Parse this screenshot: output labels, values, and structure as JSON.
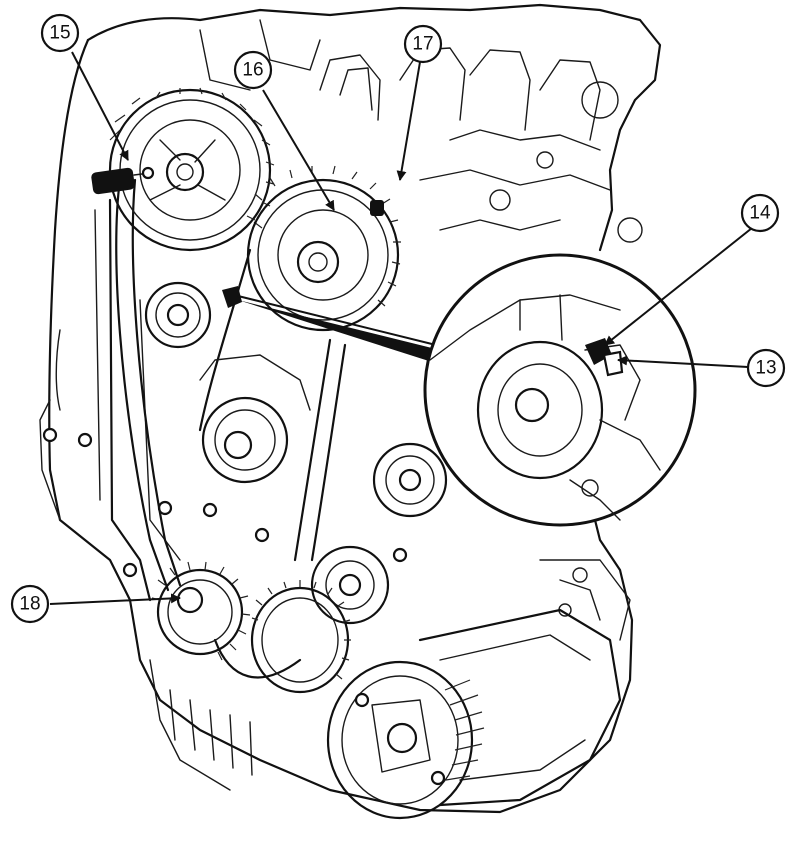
{
  "callouts": {
    "c13": "13",
    "c14": "14",
    "c15": "15",
    "c16": "16",
    "c17": "17",
    "c18": "18"
  }
}
